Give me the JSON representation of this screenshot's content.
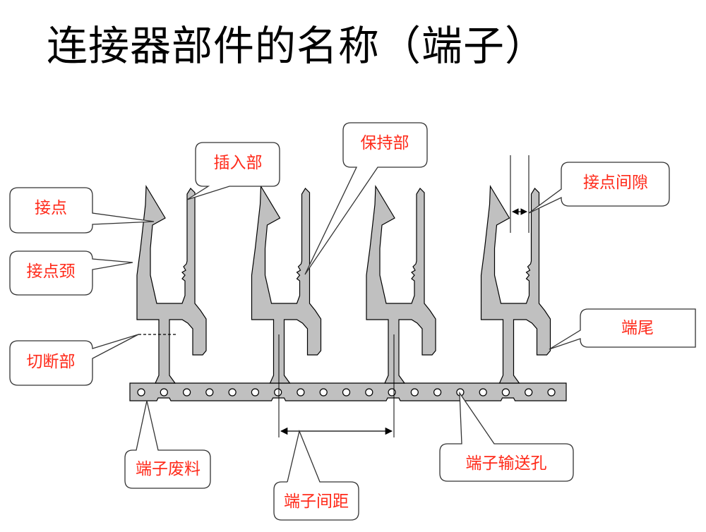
{
  "title": "连接器部件的名称（端子）",
  "colors": {
    "terminal_fill": "#c0c0c0",
    "outline": "#000000",
    "label_text": "#ff2a1a",
    "callout_border": "#333333"
  },
  "terminal_count": 4,
  "carrier_hole_count": 19,
  "labels": {
    "contact_point": "接点",
    "contact_neck": "接点颈",
    "cut_off": "切断部",
    "insertion": "插入部",
    "retention": "保持部",
    "contact_gap": "接点间隙",
    "tail": "端尾",
    "carrier_scrap": "端子废料",
    "terminal_pitch": "端子间距",
    "feed_hole": "端子输送孔"
  }
}
